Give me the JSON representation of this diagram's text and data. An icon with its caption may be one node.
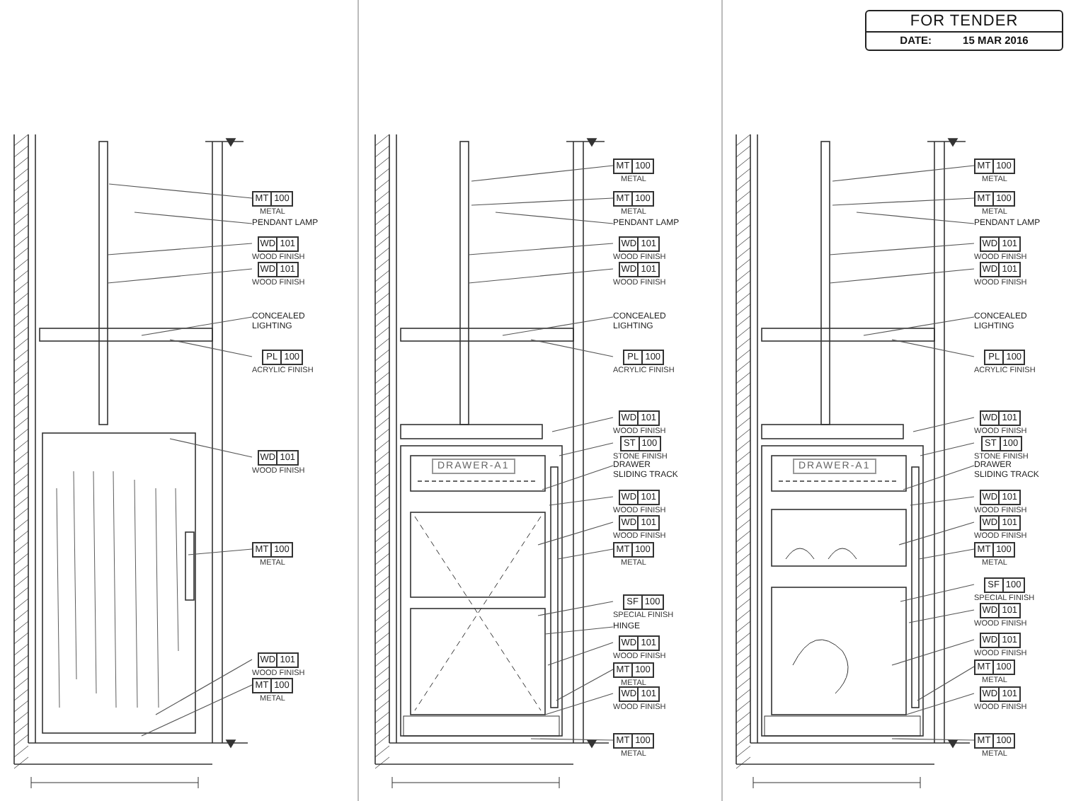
{
  "diagram": {
    "nodes": [
      {
        "text": [
          "MT",
          "100"
        ],
        "beside": [
          "METAL"
        ]
      },
      {
        "text": [
          "PENDANT LAMP"
        ]
      },
      {
        "text": [
          "WD",
          "101"
        ],
        "beside": [
          "WOOD FINISH"
        ]
      },
      {
        "text": [
          "WD",
          "101"
        ],
        "beside": [
          "WOOD FINISH"
        ]
      },
      {
        "text": [
          "CONCEALED LIGHTING"
        ]
      },
      {
        "text": [
          "PL",
          "100"
        ],
        "beside": [
          "ACRYLIC FINISH"
        ]
      },
      {
        "text": [
          "WD",
          "101"
        ],
        "beside": [
          "WOOD FINISH"
        ]
      },
      {
        "text": [
          "MT",
          "100"
        ],
        "beside": [
          "METAL"
        ]
      },
      {
        "text": [
          "WD",
          "101"
        ],
        "beside": [
          "WOOD FINISH"
        ]
      },
      {
        "text": [
          "MT",
          "100"
        ],
        "beside": [
          "METAL"
        ]
      },
      {
        "text": [
          "MT",
          "100"
        ],
        "beside": [
          "METAL"
        ]
      },
      {
        "text": [
          "MT",
          "100"
        ],
        "beside": [
          "METAL"
        ]
      },
      {
        "text": [
          "PENDANT LAMP"
        ]
      },
      {
        "text": [
          "WD",
          "101"
        ],
        "beside": [
          "WOOD FINISH"
        ]
      },
      {
        "text": [
          "WD",
          "101"
        ],
        "beside": [
          "WOOD FINISH"
        ]
      },
      {
        "text": [
          "CONCEALED LIGHTING"
        ]
      },
      {
        "text": [
          "PL",
          "100"
        ],
        "beside": [
          "ACRYLIC FINISH"
        ]
      },
      {
        "text": [
          "WD",
          "101"
        ],
        "beside": [
          "WOOD FINISH"
        ]
      },
      {
        "text": [
          "ST",
          "100"
        ],
        "beside": [
          "STONE FINISH"
        ]
      },
      {
        "text": [
          "DRAWER SLIDING TRACK"
        ]
      },
      {
        "text": [
          "WD",
          "101"
        ],
        "beside": [
          "WOOD FINISH"
        ]
      },
      {
        "text": [
          "WD",
          "101"
        ],
        "beside": [
          "WOOD FINISH"
        ]
      },
      {
        "text": [
          "MT",
          "100"
        ],
        "beside": [
          "METAL"
        ]
      },
      {
        "text": [
          "SF",
          "100"
        ],
        "beside": [
          "SPECIAL FINISH"
        ]
      },
      {
        "text": [
          "HINGE"
        ]
      },
      {
        "text": [
          "WD",
          "101"
        ],
        "beside": [
          "WOOD FINISH"
        ]
      },
      {
        "text": [
          "MT",
          "100"
        ],
        "beside": [
          "METAL"
        ]
      },
      {
        "text": [
          "WD",
          "101"
        ],
        "beside": [
          "WOOD FINISH"
        ]
      },
      {
        "text": [
          "MT",
          "100"
        ],
        "beside": [
          "METAL"
        ]
      },
      {
        "text": [
          "MT",
          "100"
        ],
        "beside": [
          "METAL"
        ]
      },
      {
        "text": [
          "MT",
          "100"
        ],
        "beside": [
          "METAL"
        ]
      },
      {
        "text": [
          "PENDANT LAMP"
        ]
      },
      {
        "text": [
          "WD",
          "101"
        ],
        "beside": [
          "WOOD FINISH"
        ]
      },
      {
        "text": [
          "WD",
          "101"
        ],
        "beside": [
          "WOOD FINISH"
        ]
      },
      {
        "text": [
          "CONCEALED LIGHTING"
        ]
      },
      {
        "text": [
          "PL",
          "100"
        ],
        "beside": [
          "ACRYLIC FINISH"
        ]
      },
      {
        "text": [
          "WD",
          "101"
        ],
        "beside": [
          "WOOD FINISH"
        ]
      },
      {
        "text": [
          "ST",
          "100"
        ],
        "beside": [
          "STONE FINISH"
        ]
      },
      {
        "text": [
          "DRAWER SLIDING TRACK"
        ]
      },
      {
        "text": [
          "WD",
          "101"
        ],
        "beside": [
          "WOOD FINISH"
        ]
      },
      {
        "text": [
          "WD",
          "101"
        ],
        "beside": [
          "WOOD FINISH"
        ]
      },
      {
        "text": [
          "MT",
          "100"
        ],
        "beside": [
          "METAL"
        ]
      },
      {
        "text": [
          "SF",
          "100"
        ],
        "beside": [
          "SPECIAL FINISH"
        ]
      },
      {
        "text": [
          "WD",
          "101"
        ],
        "beside": [
          "WOOD FINISH"
        ]
      },
      {
        "text": [
          "WD",
          "101"
        ],
        "beside": [
          "WOOD FINISH"
        ]
      },
      {
        "text": [
          "MT",
          "100"
        ],
        "beside": [
          "METAL"
        ]
      },
      {
        "text": [
          "WD",
          "101"
        ],
        "beside": [
          "WOOD FINISH"
        ]
      },
      {
        "text": [
          "MT",
          "100"
        ],
        "beside": [
          "METAL"
        ]
      }
    ],
    "edges": [
      {
        "from": 0,
        "to": null,
        "arrow": "none"
      },
      {
        "from": 1,
        "to": null,
        "arrow": "none"
      },
      {
        "from": 2,
        "to": null,
        "arrow": "none"
      },
      {
        "from": 3,
        "to": null,
        "arrow": "none"
      },
      {
        "from": 4,
        "to": null,
        "arrow": "none"
      },
      {
        "from": 5,
        "to": null,
        "arrow": "none"
      },
      {
        "from": 6,
        "to": null,
        "arrow": "none"
      },
      {
        "from": 7,
        "to": null,
        "arrow": "none"
      },
      {
        "from": 8,
        "to": null,
        "arrow": "none"
      },
      {
        "from": 9,
        "to": null,
        "arrow": "none"
      },
      {
        "from": 10,
        "to": null,
        "arrow": "none"
      },
      {
        "from": 11,
        "to": null,
        "arrow": "none"
      },
      {
        "from": 12,
        "to": null,
        "arrow": "none"
      },
      {
        "from": 13,
        "to": null,
        "arrow": "none"
      },
      {
        "from": 14,
        "to": null,
        "arrow": "none"
      },
      {
        "from": 15,
        "to": null,
        "arrow": "none"
      },
      {
        "from": 16,
        "to": null,
        "arrow": "none"
      },
      {
        "from": 17,
        "to": null,
        "arrow": "none"
      },
      {
        "from": 18,
        "to": null,
        "arrow": "none"
      },
      {
        "from": 19,
        "to": null,
        "arrow": "none"
      },
      {
        "from": 20,
        "to": null,
        "arrow": "none"
      },
      {
        "from": 21,
        "to": null,
        "arrow": "none"
      },
      {
        "from": 22,
        "to": null,
        "arrow": "none"
      },
      {
        "from": 23,
        "to": null,
        "arrow": "none"
      },
      {
        "from": 24,
        "to": null,
        "arrow": "none"
      },
      {
        "from": 25,
        "to": null,
        "arrow": "none"
      },
      {
        "from": 26,
        "to": null,
        "arrow": "none"
      },
      {
        "from": 27,
        "to": null,
        "arrow": "none"
      },
      {
        "from": 28,
        "to": null,
        "arrow": "none"
      },
      {
        "from": 29,
        "to": null,
        "arrow": "none"
      },
      {
        "from": 30,
        "to": null,
        "arrow": "none"
      },
      {
        "from": 31,
        "to": null,
        "arrow": "none"
      },
      {
        "from": 32,
        "to": null,
        "arrow": "none"
      },
      {
        "from": 33,
        "to": null,
        "arrow": "none"
      },
      {
        "from": 34,
        "to": null,
        "arrow": "none"
      },
      {
        "from": 35,
        "to": null,
        "arrow": "none"
      },
      {
        "from": 36,
        "to": null,
        "arrow": "none"
      },
      {
        "from": 37,
        "to": null,
        "arrow": "none"
      },
      {
        "from": 38,
        "to": null,
        "arrow": "none"
      },
      {
        "from": 39,
        "to": null,
        "arrow": "none"
      },
      {
        "from": 40,
        "to": null,
        "arrow": "none"
      },
      {
        "from": 41,
        "to": null,
        "arrow": "none"
      },
      {
        "from": 42,
        "to": null,
        "arrow": "none"
      },
      {
        "from": 43,
        "to": null,
        "arrow": "none"
      },
      {
        "from": 44,
        "to": null,
        "arrow": "none"
      },
      {
        "from": 45,
        "to": null,
        "arrow": "none"
      },
      {
        "from": 46,
        "to": null,
        "arrow": "none"
      },
      {
        "from": 47,
        "to": null,
        "arrow": "none"
      }
    ],
    "labels": [
      "FOR TENDER",
      "DATE:",
      "15 MAR 2016",
      "DRAWER-A1",
      "DRAWER-A1"
    ]
  }
}
